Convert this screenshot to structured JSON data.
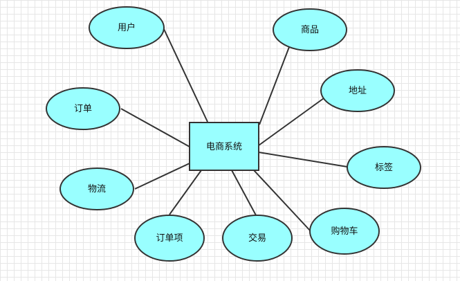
{
  "diagram": {
    "center": {
      "label": "电商系统"
    },
    "entities": [
      {
        "id": "user",
        "label": "用户"
      },
      {
        "id": "product",
        "label": "商品"
      },
      {
        "id": "address",
        "label": "地址"
      },
      {
        "id": "order",
        "label": "订单"
      },
      {
        "id": "tag",
        "label": "标签"
      },
      {
        "id": "logistics",
        "label": "物流"
      },
      {
        "id": "order-item",
        "label": "订单项"
      },
      {
        "id": "trade",
        "label": "交易"
      },
      {
        "id": "cart",
        "label": "购物车"
      }
    ]
  },
  "colors": {
    "fill": "#99ffff",
    "stroke": "#333333",
    "line": "#333333",
    "text": "#111111"
  }
}
